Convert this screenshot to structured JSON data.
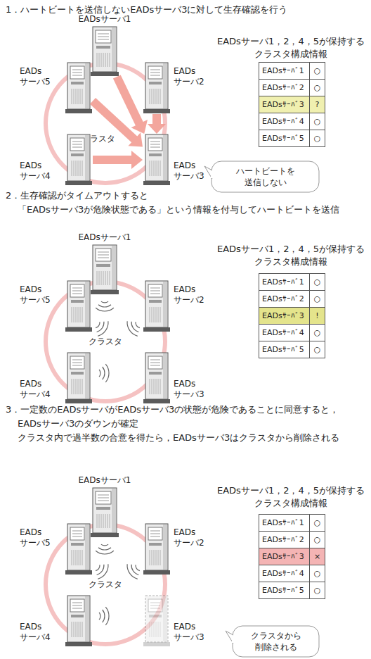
{
  "diagram": {
    "nodes": [
      {
        "text": [
          "クラスタ"
        ]
      },
      {
        "text": [
          "EADsサーバ1"
        ]
      },
      {
        "text": [
          "EADs サーバ2"
        ]
      },
      {
        "text": [
          "EADs サーバ3"
        ]
      },
      {
        "text": [
          "EADs サーバ4"
        ]
      },
      {
        "text": [
          "EADs サーバ5"
        ]
      },
      {
        "text": [
          "ハートビートを 送信しない"
        ]
      },
      {
        "text": [
          "クラスタ"
        ]
      },
      {
        "text": [
          "EADsサーバ1"
        ]
      },
      {
        "text": [
          "EADs サーバ2"
        ]
      },
      {
        "text": [
          "EADs サーバ3"
        ]
      },
      {
        "text": [
          "EADs サーバ4"
        ]
      },
      {
        "text": [
          "EADs サーバ5"
        ]
      },
      {
        "text": [
          "クラスタ"
        ]
      },
      {
        "text": [
          "EADsサーバ1"
        ]
      },
      {
        "text": [
          "EADs サーバ2"
        ]
      },
      {
        "text": [
          "EADs サーバ3"
        ]
      },
      {
        "text": [
          "EADs サーバ4"
        ]
      },
      {
        "text": [
          "EADs サーバ5"
        ]
      },
      {
        "text": [
          "クラスタから 削除される"
        ]
      }
    ],
    "edges": [
      {
        "from": 1,
        "to": 3,
        "arrow": "to"
      },
      {
        "from": 2,
        "to": 3,
        "arrow": "to"
      },
      {
        "from": 5,
        "to": 3,
        "arrow": "to"
      },
      {
        "from": 4,
        "to": 3,
        "arrow": "to"
      }
    ],
    "labels": [
      "1．ハートビートを送信しないEADsサーバ3に対して生存確認を行う",
      "EADsサーバ1，2，4，5が保持する クラスタ構成情報",
      "EADsｻｰﾊﾞ1",
      "○",
      "EADsｻｰﾊﾞ2",
      "○",
      "EADsｻｰﾊﾞ3",
      "?",
      "EADsｻｰﾊﾞ4",
      "○",
      "EADsｻｰﾊﾞ5",
      "○",
      "2．生存確認がタイムアウトすると 「EADsサーバ3が危険状態である」という情報を付与してハートビートを送信",
      "EADsサーバ1，2，4，5が保持する クラスタ構成情報",
      "EADsｻｰﾊﾞ1",
      "○",
      "EADsｻｰﾊﾞ2",
      "○",
      "EADsｻｰﾊﾞ3",
      "!",
      "EADsｻｰﾊﾞ4",
      "○",
      "EADsｻｰﾊﾞ5",
      "○",
      "3．一定数のEADsサーバがEADsサーバ3の状態が危険であることに同意すると， EADsサーバ3のダウンが確定 クラスタ内で過半数の合意を得たら，EADsサーバ3はクラスタから削除される",
      "EADsサーバ1，2，4，5が保持する クラスタ構成情報",
      "EADsｻｰﾊﾞ1",
      "○",
      "EADsｻｰﾊﾞ2",
      "○",
      "EADsｻｰﾊﾞ3",
      "×",
      "EADsｻｰﾊﾞ4",
      "○",
      "EADsｻｰﾊﾞ5",
      "○"
    ]
  }
}
